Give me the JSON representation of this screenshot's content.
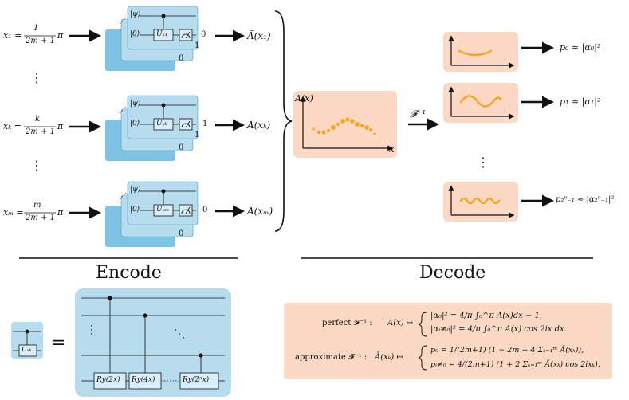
{
  "inputs": [
    {
      "lhs": "x₁ =",
      "num": "1",
      "den": "2m + 1",
      "tail": "π",
      "out": "Ã(x₁)"
    },
    {
      "lhs": "xₖ =",
      "num": "k",
      "den": "2m + 1",
      "tail": "π",
      "out": "Ã(xₖ)"
    },
    {
      "lhs": "xₘ =",
      "num": "m",
      "den": "2m + 1",
      "tail": "π",
      "out": "Ã(xₘ)"
    }
  ],
  "vdots": "⋮",
  "circuit": {
    "psi": "|ψ⟩",
    "zero": "|0⟩",
    "gates": [
      "Uₓ₁",
      "Uₓₖ",
      "Uₓₘ"
    ],
    "out0": "0",
    "out1": "1"
  },
  "decode_axis": {
    "y_label": "A(x)",
    "x_label": "x"
  },
  "transform_label": "𝓕⁻¹",
  "probs": [
    "p₀ ≈ |α₀|²",
    "p₁ ≈ |α₁|²",
    "p₂ⁿ₋₁ ≈ |α₂ⁿ₋₁|²"
  ],
  "sections": {
    "encode": "Encode",
    "decode": "Decode"
  },
  "equiv": {
    "equals": "=",
    "gate": "Uₓₖ",
    "ry_gates": [
      "Ry(2x)",
      "Ry(4x)",
      "Ry(2ⁿx)"
    ],
    "dots": "⋯"
  },
  "formulas": {
    "perfect_label": "perfect 𝓕⁻¹ :",
    "perfect_map": "A(x) ↦",
    "perfect_1": "|α₀|² = 4/π ∫₀^π A(x)dx − 1,",
    "perfect_2": "|αᵢ≠₀|² = 4/π ∫₀^π A(x) cos 2ix dx.",
    "approx_label": "approximate 𝓕⁻¹ :",
    "approx_map": "Ã(xₖ) ↦",
    "approx_1": "p₀ = 1/(2m+1) (1 − 2m + 4 Σₖ₌₁ᵐ Ã(xₖ)),",
    "approx_2": "pᵢ≠₀ = 4/(2m+1) (1 + 2 Σₖ₌₁ᵐ Ã(xₖ) cos 2ixₖ)."
  },
  "colors": {
    "circuit_bg": "#b7dcee",
    "circuit_dark": "#7ec3e4",
    "peach": "#fbd9c4",
    "wave": "#f5a623"
  }
}
